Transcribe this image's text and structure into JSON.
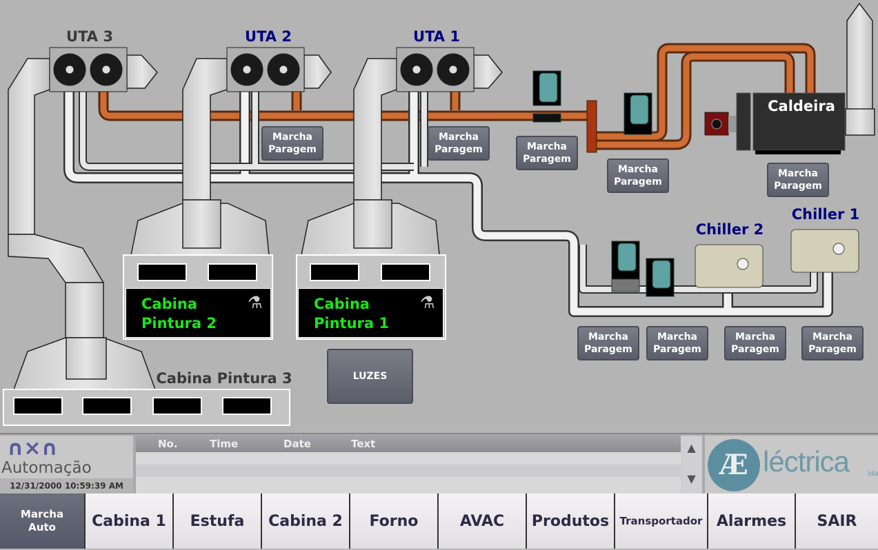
{
  "units": [
    {
      "label": "UTA 3",
      "color": "#3a3a3a"
    },
    {
      "label": "UTA 2",
      "color": "#00007f"
    },
    {
      "label": "UTA 1",
      "color": "#00007f"
    }
  ],
  "boiler": {
    "label": "Caldeira"
  },
  "chillers": [
    {
      "label": "Chiller 2"
    },
    {
      "label": "Chiller 1"
    }
  ],
  "cabins": {
    "c2": [
      "Cabina",
      "Pintura 2"
    ],
    "c1": [
      "Cabina",
      "Pintura 1"
    ],
    "c3": "Cabina Pintura 3"
  },
  "control_button": {
    "line1": "Marcha",
    "line2": "Paragem"
  },
  "lights_button": "LUZES",
  "alarm_table": {
    "columns": [
      "No.",
      "Time",
      "Date",
      "Text"
    ]
  },
  "logo_left": {
    "brand": "Automação",
    "datetime": "12/31/2000 10:59:39 AM"
  },
  "logo_right": {
    "text": "léctrica",
    "suffix": "lda"
  },
  "nav": [
    {
      "line1": "Marcha",
      "line2": "Auto"
    },
    "Cabina 1",
    "Estufa",
    "Cabina 2",
    "Forno",
    "AVAC",
    "Produtos",
    "Transportador",
    "Alarmes",
    "SAIR"
  ],
  "colors": {
    "copper": "#c0602a",
    "green_text": "#19e619",
    "button": "#666976",
    "nav_active": "#5c5f6b"
  }
}
